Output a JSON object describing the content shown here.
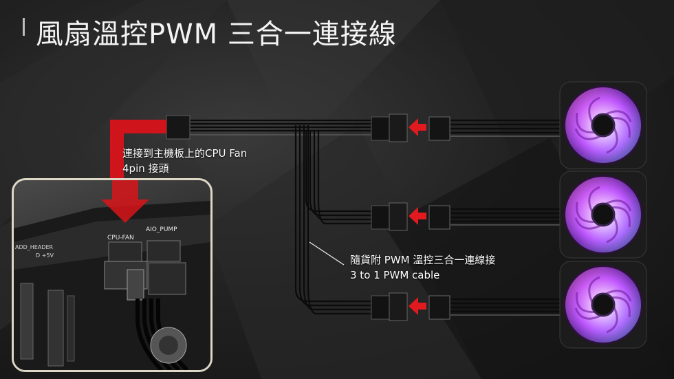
{
  "slide": {
    "title": "風扇溫控PWM 三合一連接線",
    "caption_motherboard": {
      "line1": "連接到主機板上的CPU Fan",
      "line2": "4pin 接頭"
    },
    "caption_cable": {
      "line1": "隨貨附 PWM 溫控三合一連線接",
      "line2": "3 to 1  PWM cable"
    }
  },
  "board_labels": {
    "cpu_fan": "CPU-FAN",
    "aio_pump": "AIO_PUMP",
    "header": "ADD_HEADER",
    "voltage": "D +5V"
  },
  "colors": {
    "arrow_red": "#d8141a",
    "inset_border": "#ddd8c6",
    "fan_glow": "#c24dff"
  },
  "icons": [
    "red-arrow-icon",
    "fan-icon"
  ]
}
